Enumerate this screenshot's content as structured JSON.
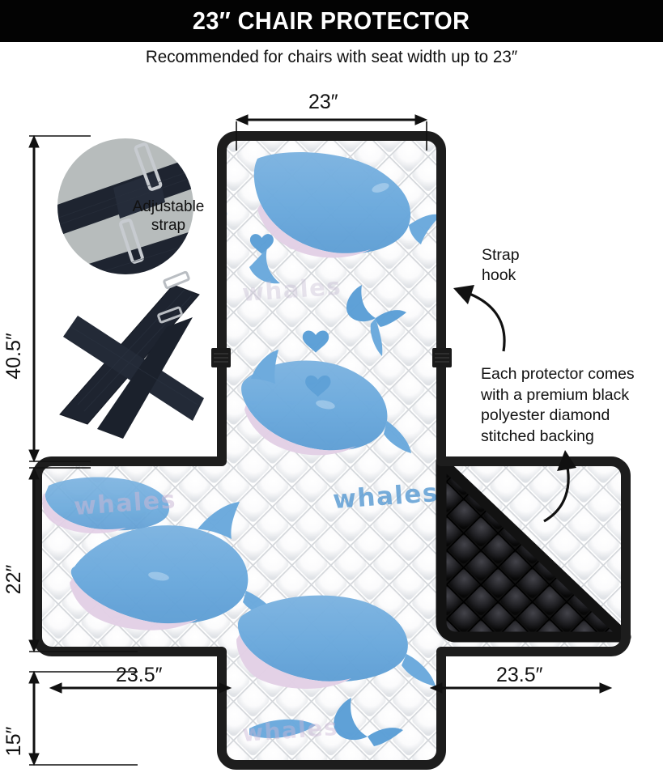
{
  "header": {
    "title": "23″ CHAIR PROTECTOR",
    "subtitle": "Recommended for chairs with seat width up to 23″",
    "bar_color": "#030303",
    "title_color": "#ffffff"
  },
  "dimensions": {
    "top_width": "23″",
    "left_height_upper": "40.5″",
    "left_height_mid": "22″",
    "left_height_lower": "15″",
    "bottom_left_width": "23.5″",
    "bottom_right_width": "23.5″"
  },
  "callouts": {
    "strap_hook": {
      "line1": "Strap",
      "line2": "hook"
    },
    "adjustable_strap": {
      "line1": "Adjustable",
      "line2": "strap"
    },
    "backing": {
      "line1": "Each protector comes",
      "line2": "with a premium black",
      "line3": "polyester diamond",
      "line4": "stitched backing"
    }
  },
  "product": {
    "fabric_label": "whales",
    "pattern_name": "whales",
    "face_color": "#f4f5f6",
    "trim_color": "#1d1d1d",
    "backing_color": "#1a1a1a",
    "whale_blue": "#6aa9dc",
    "whale_belly_pink": "#e3d0e6",
    "heart_blue": "#5a9ed6",
    "inset_bg": "#b7bcbc",
    "strap_color": "#1e2430",
    "buckle_color": "#b9bdc2"
  },
  "icons": {
    "dimension_arrow": "double-arrow-icon",
    "pointer_arrow": "curved-arrow-icon",
    "strap_hook_tab": "hook-tab-icon"
  }
}
